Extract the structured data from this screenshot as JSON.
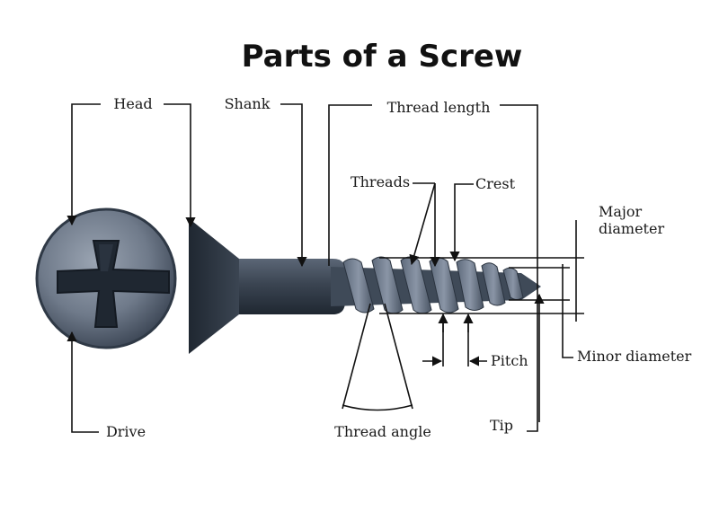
{
  "title": "Parts of a Screw",
  "labels": {
    "head": "Head",
    "shank": "Shank",
    "thread_length": "Thread length",
    "threads": "Threads",
    "crest": "Crest",
    "major_diameter_1": "Major",
    "major_diameter_2": "diameter",
    "minor_diameter": "Minor diameter",
    "pitch": "Pitch",
    "thread_angle": "Thread angle",
    "tip": "Tip",
    "drive": "Drive"
  },
  "colors": {
    "steel_dark": "#2f3946",
    "steel_mid": "#4a5564",
    "steel_light": "#7d8898",
    "line": "#111111"
  }
}
